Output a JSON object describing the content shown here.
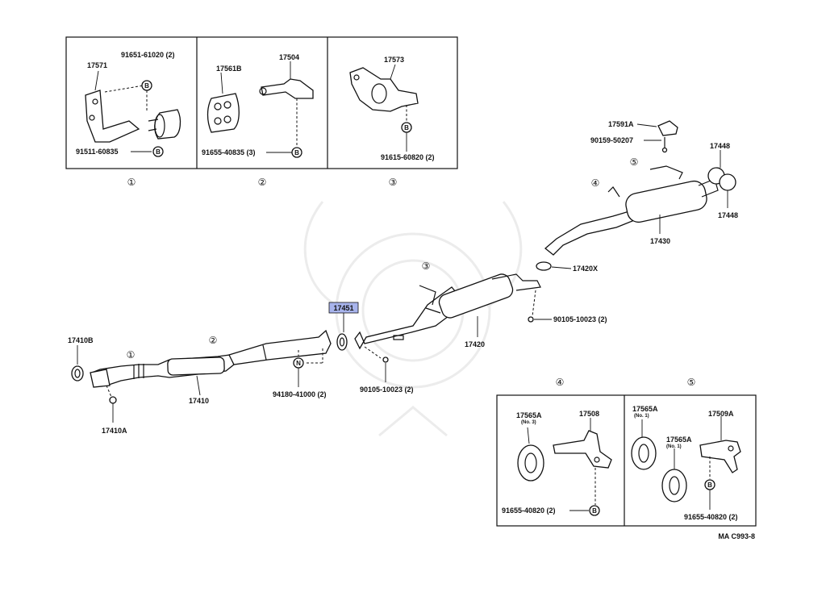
{
  "diagram": {
    "highlight_color": "#a8b4ec",
    "insets_top": [
      {
        "number": "①",
        "labels": {
          "p1": "17571",
          "p2": "91651-61020 (2)",
          "p3": "91511-60835"
        },
        "bubbles": [
          "B",
          "B"
        ]
      },
      {
        "number": "②",
        "labels": {
          "p1": "17561B",
          "p2": "17504",
          "p3": "91655-40835 (3)"
        },
        "bubbles": [
          "B"
        ]
      },
      {
        "number": "③",
        "labels": {
          "p1": "17573",
          "p2": "91615-60820 (2)"
        },
        "bubbles": [
          "B"
        ]
      }
    ],
    "main": {
      "callouts": {
        "c1": "①",
        "c2": "②",
        "c3": "③",
        "c4": "④",
        "c5": "⑤"
      },
      "labels": {
        "p17410B": "17410B",
        "p17410": "17410",
        "p17410A": "17410A",
        "p94180": "94180-41000 (2)",
        "p17451": "17451",
        "p90105a": "90105-10023 (2)",
        "p17420": "17420",
        "p90105b": "90105-10023 (2)",
        "p17420X": "17420X",
        "p17430": "17430",
        "p17448a": "17448",
        "p17448b": "17448",
        "p17591A": "17591A",
        "p90159": "90159-50207"
      },
      "bubble_N": "N"
    },
    "insets_bottom": [
      {
        "number": "④",
        "labels": {
          "p1": "17565A",
          "p1_note": "(No. 3)",
          "p2": "17508",
          "p3": "91655-40820 (2)"
        },
        "bubbles": [
          "B"
        ]
      },
      {
        "number": "⑤",
        "labels": {
          "p1": "17565A",
          "p1_note": "(No. 1)",
          "p2": "17565A",
          "p2_note": "(No. 1)",
          "p3": "17509A",
          "p4": "91655-40820 (2)"
        },
        "bubbles": [
          "B"
        ]
      }
    ],
    "figure_code": "MA C993-8"
  }
}
